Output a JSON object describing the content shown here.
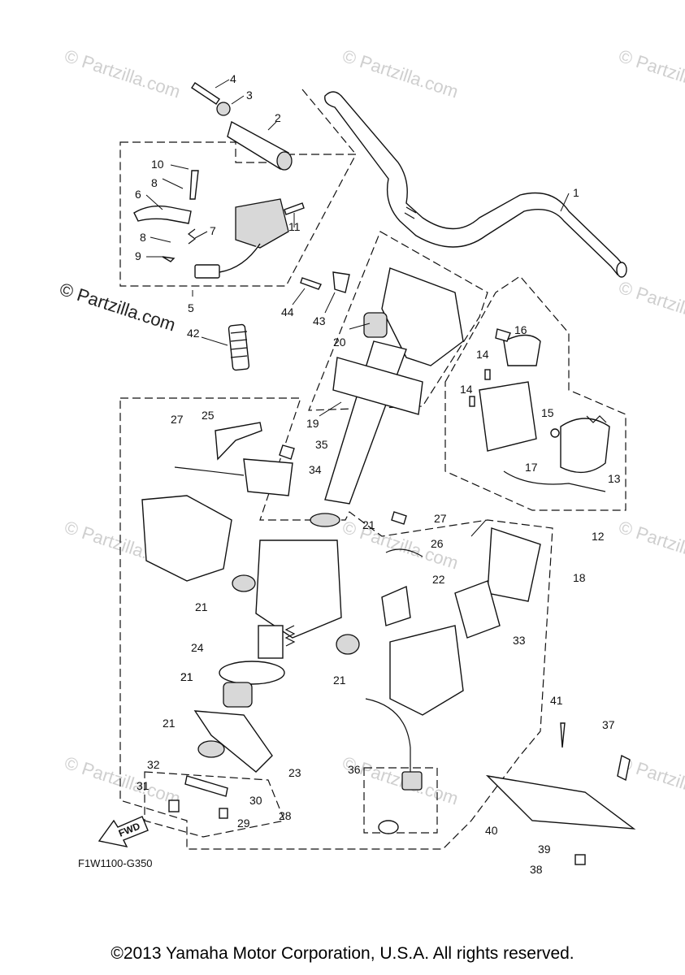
{
  "diagram": {
    "reference_code": "F1W1100-G350",
    "direction_label": "FWD",
    "watermark_text": "© Partzilla.com",
    "watermark_dark_text": "© Partzilla.com",
    "callouts": [
      {
        "id": "1",
        "label": "1"
      },
      {
        "id": "2",
        "label": "2"
      },
      {
        "id": "3",
        "label": "3"
      },
      {
        "id": "4",
        "label": "4"
      },
      {
        "id": "5",
        "label": "5"
      },
      {
        "id": "6",
        "label": "6"
      },
      {
        "id": "7",
        "label": "7"
      },
      {
        "id": "8a",
        "label": "8"
      },
      {
        "id": "8b",
        "label": "8"
      },
      {
        "id": "9",
        "label": "9"
      },
      {
        "id": "10",
        "label": "10"
      },
      {
        "id": "11",
        "label": "11"
      },
      {
        "id": "12",
        "label": "12"
      },
      {
        "id": "13",
        "label": "13"
      },
      {
        "id": "14a",
        "label": "14"
      },
      {
        "id": "14b",
        "label": "14"
      },
      {
        "id": "15",
        "label": "15"
      },
      {
        "id": "16",
        "label": "16"
      },
      {
        "id": "17",
        "label": "17"
      },
      {
        "id": "18",
        "label": "18"
      },
      {
        "id": "19",
        "label": "19"
      },
      {
        "id": "20",
        "label": "20"
      },
      {
        "id": "21a",
        "label": "21"
      },
      {
        "id": "21b",
        "label": "21"
      },
      {
        "id": "21c",
        "label": "21"
      },
      {
        "id": "21d",
        "label": "21"
      },
      {
        "id": "21e",
        "label": "21"
      },
      {
        "id": "21f",
        "label": "21"
      },
      {
        "id": "22",
        "label": "22"
      },
      {
        "id": "23",
        "label": "23"
      },
      {
        "id": "24",
        "label": "24"
      },
      {
        "id": "25",
        "label": "25"
      },
      {
        "id": "26",
        "label": "26"
      },
      {
        "id": "27a",
        "label": "27"
      },
      {
        "id": "27b",
        "label": "27"
      },
      {
        "id": "28",
        "label": "28"
      },
      {
        "id": "29",
        "label": "29"
      },
      {
        "id": "30",
        "label": "30"
      },
      {
        "id": "31",
        "label": "31"
      },
      {
        "id": "32",
        "label": "32"
      },
      {
        "id": "33",
        "label": "33"
      },
      {
        "id": "34",
        "label": "34"
      },
      {
        "id": "35",
        "label": "35"
      },
      {
        "id": "36",
        "label": "36"
      },
      {
        "id": "37",
        "label": "37"
      },
      {
        "id": "38",
        "label": "38"
      },
      {
        "id": "39",
        "label": "39"
      },
      {
        "id": "40",
        "label": "40"
      },
      {
        "id": "41",
        "label": "41"
      },
      {
        "id": "42",
        "label": "42"
      },
      {
        "id": "43",
        "label": "43"
      },
      {
        "id": "44",
        "label": "44"
      }
    ]
  },
  "footer": {
    "copyright": "©2013 Yamaha Motor Corporation, U.S.A. All rights reserved."
  }
}
